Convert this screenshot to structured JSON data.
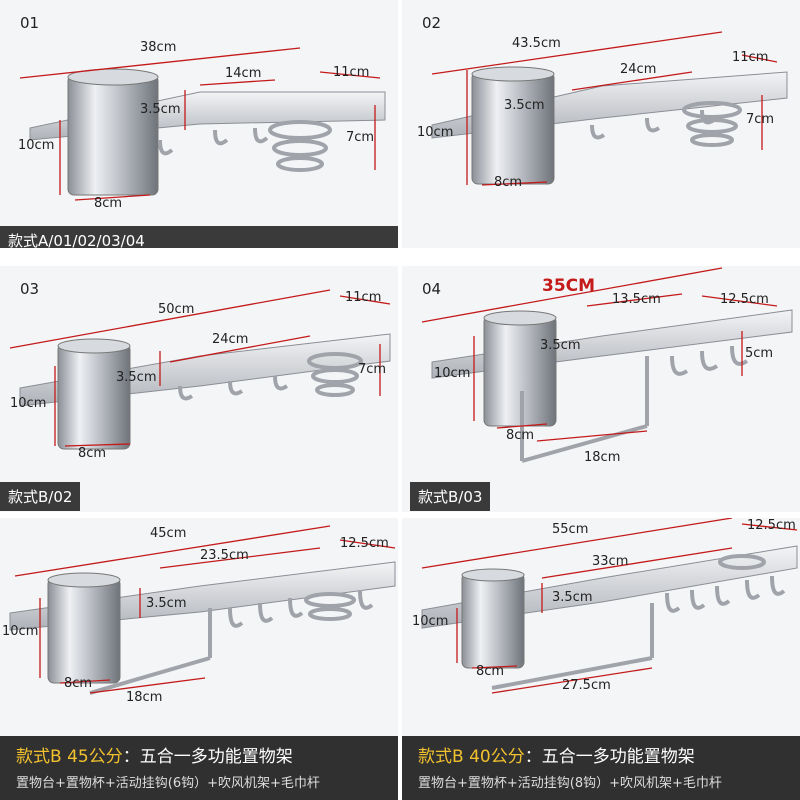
{
  "panels": {
    "p1": {
      "number": "01",
      "dims": [
        "38cm",
        "14cm",
        "11cm",
        "3.5cm",
        "10cm",
        "7cm",
        "8cm"
      ]
    },
    "p2": {
      "number": "02",
      "dims": [
        "43.5cm",
        "24cm",
        "11cm",
        "3.5cm",
        "10cm",
        "7cm",
        "8cm"
      ]
    },
    "p3": {
      "number": "03",
      "dims": [
        "50cm",
        "24cm",
        "11cm",
        "3.5cm",
        "10cm",
        "7cm",
        "8cm"
      ]
    },
    "p4": {
      "number": "04",
      "dims": [
        "35CM",
        "13.5cm",
        "12.5cm",
        "3.5cm",
        "10cm",
        "5cm",
        "8cm",
        "18cm"
      ]
    },
    "p5": {
      "dims": [
        "45cm",
        "23.5cm",
        "12.5cm",
        "3.5cm",
        "10cm",
        "8cm",
        "18cm"
      ]
    },
    "p6": {
      "dims": [
        "55cm",
        "33cm",
        "12.5cm",
        "3.5cm",
        "10cm",
        "8cm",
        "27.5cm"
      ]
    }
  },
  "captions": {
    "a": "款式A/01/02/03/04",
    "b2": "款式B/02",
    "b3": "款式B/03"
  },
  "bottom": {
    "left": {
      "accent": "款式B 45公分",
      "title": "：五合一多功能置物架",
      "sub": "置物台+置物杯+活动挂钩(6钩）+吹风机架+毛巾杆"
    },
    "right": {
      "accent": "款式B 40公分",
      "title": "：五合一多功能置物架",
      "sub": "置物台+置物杯+活动挂钩(8钩）+吹风机架+毛巾杆"
    }
  },
  "colors": {
    "dimension": "#c41a1a",
    "panel_bg": "#f4f5f7",
    "caption_bg": "#3a3a3a",
    "accent": "#f2c12e"
  }
}
